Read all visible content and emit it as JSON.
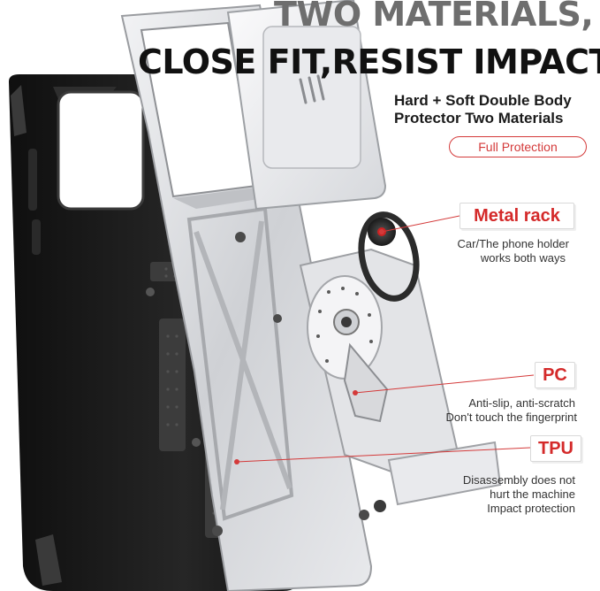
{
  "headline": {
    "line1": "TWO MATERIALS,",
    "line2": "CLOSE FIT,RESIST IMPACT"
  },
  "subheading": {
    "line1": "Hard + Soft Double Body",
    "line2": "Protector Two Materials"
  },
  "badge": "Full Protection",
  "features": [
    {
      "tag": "Metal rack",
      "lines": [
        "Car/The phone holder",
        "works both ways"
      ]
    },
    {
      "tag": "PC",
      "lines": [
        "Anti-slip, anti-scratch",
        "Don't touch the fingerprint"
      ]
    },
    {
      "tag": "TPU",
      "lines": [
        "Disassembly does not",
        "hurt the machine",
        "Impact protection"
      ]
    }
  ],
  "colors": {
    "accent_red": "#d42a2a",
    "silver_frame": "#d9dadd",
    "black_case": "#1b1b1b",
    "headline_gray": "#6e6e6e"
  }
}
